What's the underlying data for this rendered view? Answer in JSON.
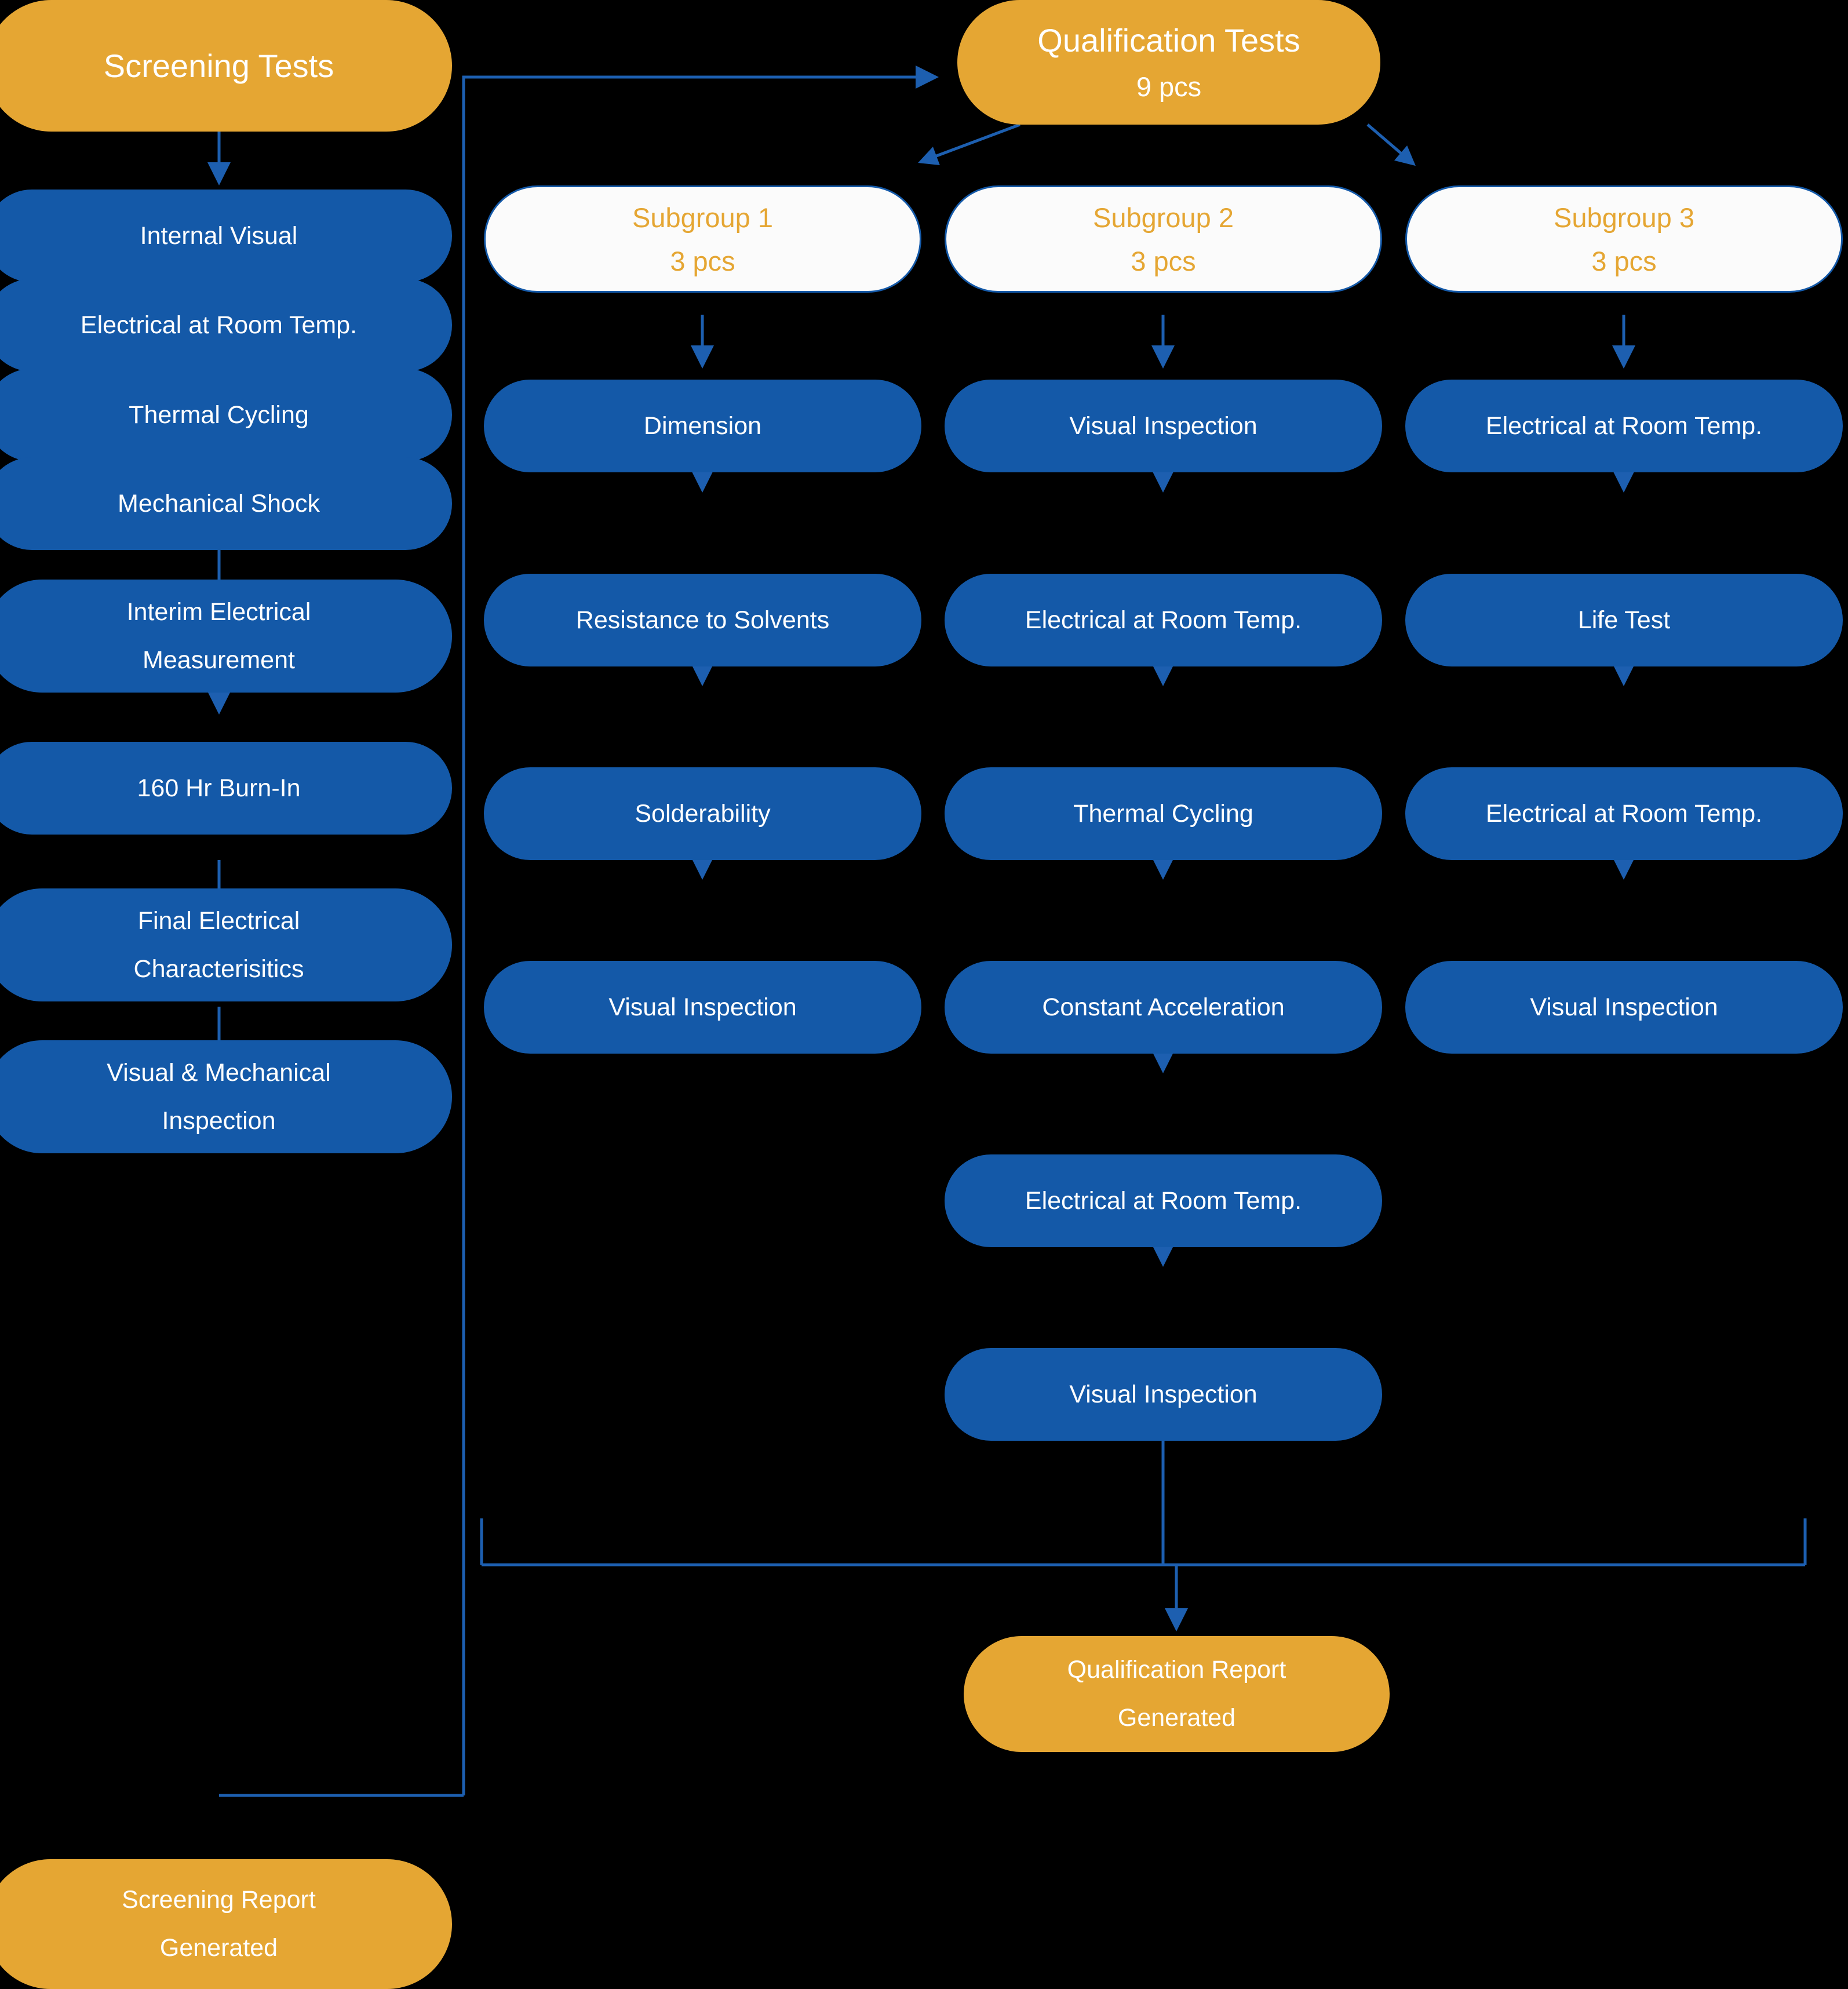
{
  "colors": {
    "background": "#000000",
    "blue": "#1459a8",
    "orange": "#e5a633",
    "white_node_fill": "#fbfbfb",
    "edge": "#1d5fb0",
    "text_on_fill": "#ffffff"
  },
  "chart_data": {
    "type": "flowchart",
    "title": "Screening and Qualification Test Flow",
    "columns": [
      {
        "id": "screening",
        "header": {
          "label": "Screening Tests"
        },
        "steps": [
          "Internal Visual",
          "Electrical at Room Temp.",
          "Thermal Cycling",
          "Mechanical Shock",
          "Interim Electrical Measurement",
          "160 Hr Burn-In",
          "Final Electrical Characterisitics",
          "Visual & Mechanical Inspection"
        ],
        "terminal": "Screening Report Generated"
      },
      {
        "id": "subgroup1",
        "header": {
          "label": "Subgroup 1",
          "qty": "3 pcs"
        },
        "steps": [
          "Dimension",
          "Resistance to Solvents",
          "Solderability",
          "Visual Inspection"
        ]
      },
      {
        "id": "subgroup2",
        "header": {
          "label": "Subgroup 2",
          "qty": "3 pcs"
        },
        "steps": [
          "Visual Inspection",
          "Electrical at Room Temp.",
          "Thermal Cycling",
          "Constant Acceleration",
          "Electrical at Room Temp.",
          "Visual Inspection"
        ]
      },
      {
        "id": "subgroup3",
        "header": {
          "label": "Subgroup 3",
          "qty": "3 pcs"
        },
        "steps": [
          "Electrical at Room Temp.",
          "Life Test",
          "Electrical at Room Temp.",
          "Visual Inspection"
        ]
      }
    ],
    "qualification": {
      "header": {
        "label": "Qualification Tests",
        "qty": "9 pcs"
      },
      "terminal": "Qualification Report Generated"
    }
  },
  "screening": {
    "header": "Screening Tests",
    "steps": [
      {
        "line1": "Internal Visual"
      },
      {
        "line1": "Electrical at Room Temp."
      },
      {
        "line1": "Thermal Cycling"
      },
      {
        "line1": "Mechanical Shock"
      },
      {
        "line1": "Interim Electrical",
        "line2": "Measurement"
      },
      {
        "line1": "160 Hr Burn-In"
      },
      {
        "line1": "Final Electrical",
        "line2": "Characterisitics"
      },
      {
        "line1": "Visual & Mechanical",
        "line2": "Inspection"
      }
    ],
    "report": {
      "line1": "Screening Report",
      "line2": "Generated"
    }
  },
  "qualification": {
    "header": {
      "line1": "Qualification Tests",
      "line2": "9 pcs"
    },
    "report": {
      "line1": "Qualification Report",
      "line2": "Generated"
    }
  },
  "subgroup1": {
    "header": {
      "line1": "Subgroup 1",
      "line2": "3 pcs"
    },
    "steps": [
      {
        "line1": "Dimension"
      },
      {
        "line1": "Resistance to Solvents"
      },
      {
        "line1": "Solderability"
      },
      {
        "line1": "Visual Inspection"
      }
    ]
  },
  "subgroup2": {
    "header": {
      "line1": "Subgroup 2",
      "line2": "3 pcs"
    },
    "steps": [
      {
        "line1": "Visual Inspection"
      },
      {
        "line1": "Electrical at Room Temp."
      },
      {
        "line1": "Thermal Cycling"
      },
      {
        "line1": "Constant Acceleration"
      },
      {
        "line1": "Electrical at Room Temp."
      },
      {
        "line1": "Visual Inspection"
      }
    ]
  },
  "subgroup3": {
    "header": {
      "line1": "Subgroup 3",
      "line2": "3 pcs"
    },
    "steps": [
      {
        "line1": "Electrical at Room Temp."
      },
      {
        "line1": "Life Test"
      },
      {
        "line1": "Electrical at Room Temp."
      },
      {
        "line1": "Visual Inspection"
      }
    ]
  }
}
